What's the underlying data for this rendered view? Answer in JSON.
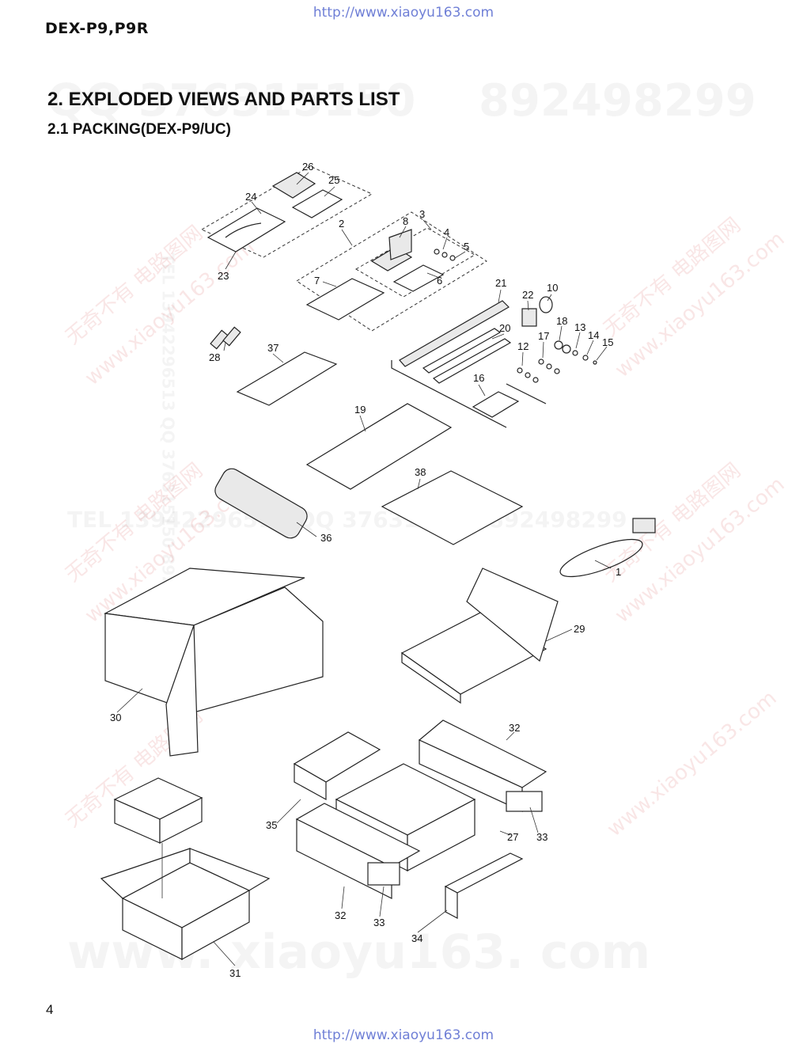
{
  "header": {
    "url": "http://www.xiaoyu163.com",
    "model": "DEX-P9,P9R"
  },
  "section": {
    "title": "2. EXPLODED VIEWS AND PARTS LIST",
    "subtitle": "2.1 PACKING(DEX-P9/UC)"
  },
  "watermarks": {
    "qq_top": "QQ 376315150",
    "number_top": "892498299",
    "tel_line": "TEL 13942296513  QQ 376315150  892498299",
    "site_bottom": "www. xiaoyu163. com",
    "vertical": "TEL 13942296513  QQ 376315150  892498299",
    "cn_stamp": "无奇不有  电路图网",
    "cn_site": "www.xiaoyu163.com"
  },
  "callouts": [
    "1",
    "2",
    "3",
    "4",
    "5",
    "6",
    "7",
    "8",
    "10",
    "12",
    "13",
    "14",
    "15",
    "16",
    "17",
    "18",
    "19",
    "20",
    "21",
    "22",
    "23",
    "24",
    "25",
    "26",
    "27",
    "28",
    "29",
    "30",
    "31",
    "32",
    "32",
    "33",
    "33",
    "34",
    "35",
    "36",
    "37",
    "38"
  ],
  "footer": {
    "page_number": "4",
    "url": "http://www.xiaoyu163.com"
  }
}
